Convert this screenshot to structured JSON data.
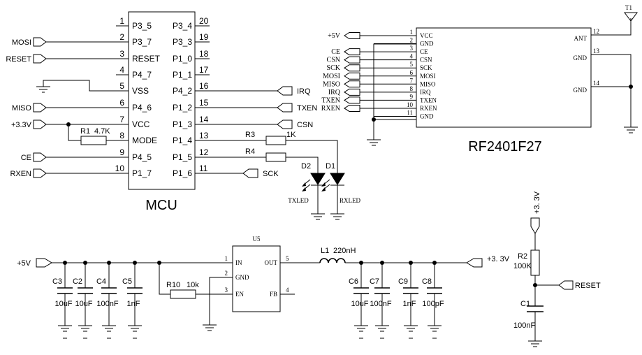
{
  "mcu": {
    "title": "MCU",
    "left_pins": [
      {
        "num": "1",
        "name": "P3_5"
      },
      {
        "num": "2",
        "name": "P3_7"
      },
      {
        "num": "3",
        "name": "RESET"
      },
      {
        "num": "4",
        "name": "P4_7"
      },
      {
        "num": "5",
        "name": "VSS"
      },
      {
        "num": "6",
        "name": "P4_6"
      },
      {
        "num": "7",
        "name": "VCC"
      },
      {
        "num": "8",
        "name": "MODE"
      },
      {
        "num": "9",
        "name": "P4_5"
      },
      {
        "num": "10",
        "name": "P1_7"
      }
    ],
    "right_pins": [
      {
        "num": "20",
        "name": "P3_4"
      },
      {
        "num": "19",
        "name": "P3_3"
      },
      {
        "num": "18",
        "name": "P1_0"
      },
      {
        "num": "17",
        "name": "P1_1"
      },
      {
        "num": "16",
        "name": "P4_2"
      },
      {
        "num": "15",
        "name": "P1_2"
      },
      {
        "num": "14",
        "name": "P1_3"
      },
      {
        "num": "13",
        "name": "P1_4"
      },
      {
        "num": "12",
        "name": "P1_5"
      },
      {
        "num": "11",
        "name": "P1_6"
      }
    ],
    "left_nets": {
      "mosi": "MOSI",
      "reset": "RESET",
      "miso": "MISO",
      "vcc": "+3.3V",
      "ce": "CE",
      "rxen": "RXEN"
    },
    "right_nets": {
      "irq": "IRQ",
      "txen": "TXEN",
      "csn": "CSN",
      "sck": "SCK"
    }
  },
  "mcu_parts": {
    "r1": {
      "ref": "R1",
      "value": "4.7K"
    },
    "r3": {
      "ref": "R3",
      "value": "1K"
    },
    "r4": {
      "ref": "R4"
    },
    "d2": {
      "ref": "D2",
      "name": "TXLED"
    },
    "d1": {
      "ref": "D1",
      "name": "RXLED"
    }
  },
  "rf": {
    "title": "RF2401F27",
    "left_pins": [
      {
        "num": "1",
        "name": "VCC",
        "net": "+5V"
      },
      {
        "num": "2",
        "name": "GND",
        "net": ""
      },
      {
        "num": "3",
        "name": "CE",
        "net": "CE"
      },
      {
        "num": "4",
        "name": "CSN",
        "net": "CSN"
      },
      {
        "num": "5",
        "name": "SCK",
        "net": "SCK"
      },
      {
        "num": "6",
        "name": "MOSI",
        "net": "MOSI"
      },
      {
        "num": "7",
        "name": "MISO",
        "net": "MISO"
      },
      {
        "num": "8",
        "name": "IRQ",
        "net": "IRQ"
      },
      {
        "num": "9",
        "name": "TXEN",
        "net": "TXEN"
      },
      {
        "num": "10",
        "name": "RXEN",
        "net": "RXEN"
      },
      {
        "num": "11",
        "name": "GND",
        "net": ""
      }
    ],
    "right_pins": [
      {
        "num": "12",
        "name": "ANT"
      },
      {
        "num": "13",
        "name": "GND"
      },
      {
        "num": "14",
        "name": "GND"
      }
    ],
    "antenna": "T1"
  },
  "power": {
    "input_net": "+5V",
    "output_net": "+3. 3V",
    "regulator": {
      "ref": "U5",
      "pins": [
        {
          "num": "1",
          "name": "IN"
        },
        {
          "num": "2",
          "name": "GND"
        },
        {
          "num": "3",
          "name": "EN"
        },
        {
          "num": "5",
          "name": "OUT"
        },
        {
          "num": "4",
          "name": "FB"
        }
      ]
    },
    "inductor": {
      "ref": "L1",
      "value": "220nH"
    },
    "r10": {
      "ref": "R10",
      "value": "10k"
    },
    "input_caps": [
      {
        "ref": "C3",
        "value": "10uF"
      },
      {
        "ref": "C2",
        "value": "10uF"
      },
      {
        "ref": "C4",
        "value": "100nF"
      },
      {
        "ref": "C5",
        "value": "1nF"
      }
    ],
    "output_caps": [
      {
        "ref": "C6",
        "value": "10uF"
      },
      {
        "ref": "C7",
        "value": "100nF"
      },
      {
        "ref": "C9",
        "value": "1nF"
      },
      {
        "ref": "C8",
        "value": "100pF"
      }
    ]
  },
  "reset_circuit": {
    "supply": "+3. 3V",
    "r2": {
      "ref": "R2",
      "value": "100K"
    },
    "c1": {
      "ref": "C1",
      "value": "100nF"
    },
    "net": "RESET"
  }
}
